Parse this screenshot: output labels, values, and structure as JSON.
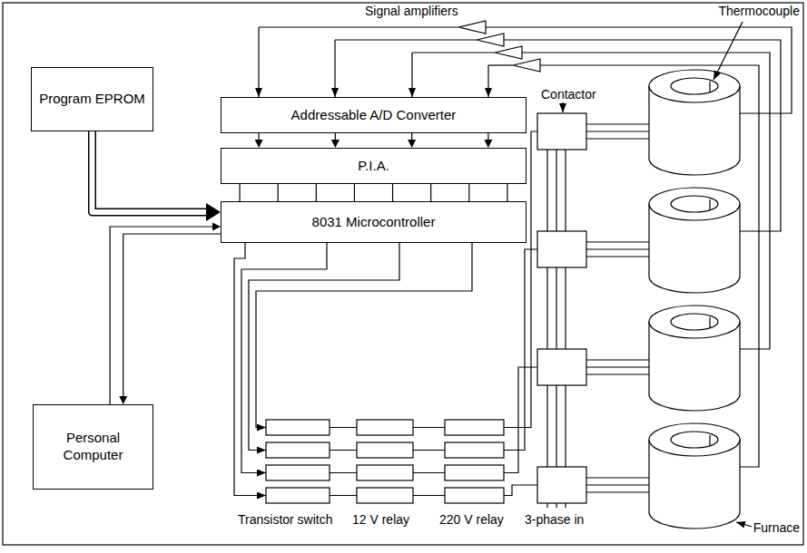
{
  "diagram": {
    "nodes": [
      {
        "text": [
          "Program EPROM"
        ]
      },
      {
        "text": [
          "Addressable A/D Converter"
        ]
      },
      {
        "text": [
          "P.I.A."
        ]
      },
      {
        "text": [
          "8031 Microcontroller"
        ]
      },
      {
        "text": [
          "Personal Computer"
        ]
      }
    ],
    "edges": [
      {
        "from": 1,
        "to": 2,
        "arrow": "to"
      },
      {
        "from": 1,
        "to": 2,
        "arrow": "to"
      },
      {
        "from": 1,
        "to": 2,
        "arrow": "to"
      },
      {
        "from": 1,
        "to": 2,
        "arrow": "to"
      },
      {
        "from": 2,
        "to": 3,
        "arrow": "none"
      },
      {
        "from": 2,
        "to": 3,
        "arrow": "none"
      },
      {
        "from": 2,
        "to": 3,
        "arrow": "none"
      },
      {
        "from": 2,
        "to": 3,
        "arrow": "none"
      },
      {
        "from": 2,
        "to": 3,
        "arrow": "none"
      },
      {
        "from": 2,
        "to": 3,
        "arrow": "none"
      },
      {
        "from": 2,
        "to": 3,
        "arrow": "none"
      },
      {
        "from": 2,
        "to": 3,
        "arrow": "none"
      },
      {
        "from": 0,
        "to": 3,
        "arrow": "to"
      },
      {
        "from": 4,
        "to": 3,
        "arrow": "to"
      },
      {
        "from": 3,
        "to": 4,
        "arrow": "to"
      }
    ],
    "labels": [
      "Signal amplifiers",
      "Thermocouple",
      "Contactor",
      "Transistor switch",
      "12 V relay",
      "220 V relay",
      "3-phase in",
      "Furnace"
    ]
  }
}
